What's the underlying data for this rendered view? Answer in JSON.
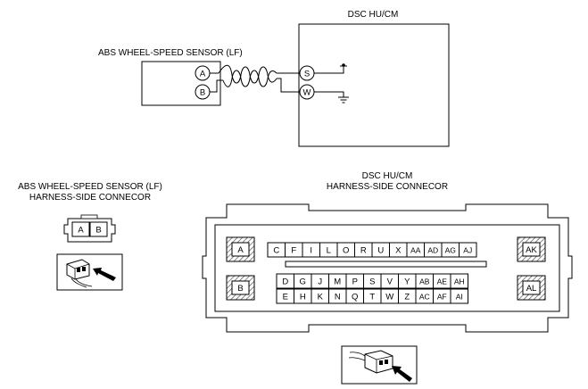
{
  "schematic": {
    "module_label": "DSC HU/CM",
    "sensor_label": "ABS WHEEL-SPEED SENSOR (LF)",
    "sensor_pins": [
      "A",
      "B"
    ],
    "module_pins": [
      "S",
      "W"
    ]
  },
  "sensor_connector": {
    "title_line1": "ABS WHEEL-SPEED SENSOR (LF)",
    "title_line2": "HARNESS-SIDE CONNECOR",
    "pins": [
      "A",
      "B"
    ]
  },
  "module_connector": {
    "title_line1": "DSC HU/CM",
    "title_line2": "HARNESS-SIDE CONNECOR",
    "corner_pins": [
      "A",
      "AK",
      "B",
      "AL"
    ],
    "row1": [
      "C",
      "F",
      "I",
      "L",
      "O",
      "R",
      "U",
      "X",
      "AA",
      "AD",
      "AG",
      "AJ"
    ],
    "row2": [
      "D",
      "G",
      "J",
      "M",
      "P",
      "S",
      "V",
      "Y",
      "AB",
      "AE",
      "AH"
    ],
    "row3": [
      "E",
      "H",
      "K",
      "N",
      "Q",
      "T",
      "W",
      "Z",
      "AC",
      "AF",
      "AI"
    ]
  },
  "icons": {
    "sensor_view": "connector-insert-arrow-icon",
    "module_view": "connector-insert-arrow-icon"
  }
}
